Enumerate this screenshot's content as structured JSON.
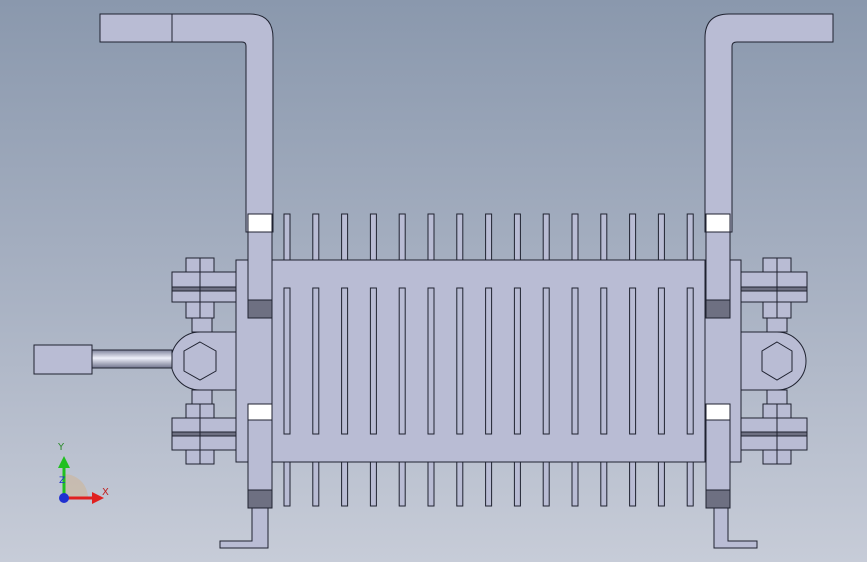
{
  "viewport": {
    "background_top": "#8a98ad",
    "background_bottom": "#c7ccd8"
  },
  "model": {
    "part_fill": "#b9bcd4",
    "part_edge": "#1f2230",
    "shadow_fill": "#6e7082",
    "fin_count_top": 15,
    "fin_count_body": 15,
    "fin_count_bottom": 15
  },
  "triad": {
    "x_label": "X",
    "y_label": "Y",
    "z_label": "Z",
    "x_color": "#e02020",
    "y_color": "#20c020",
    "z_color": "#2030d0"
  }
}
